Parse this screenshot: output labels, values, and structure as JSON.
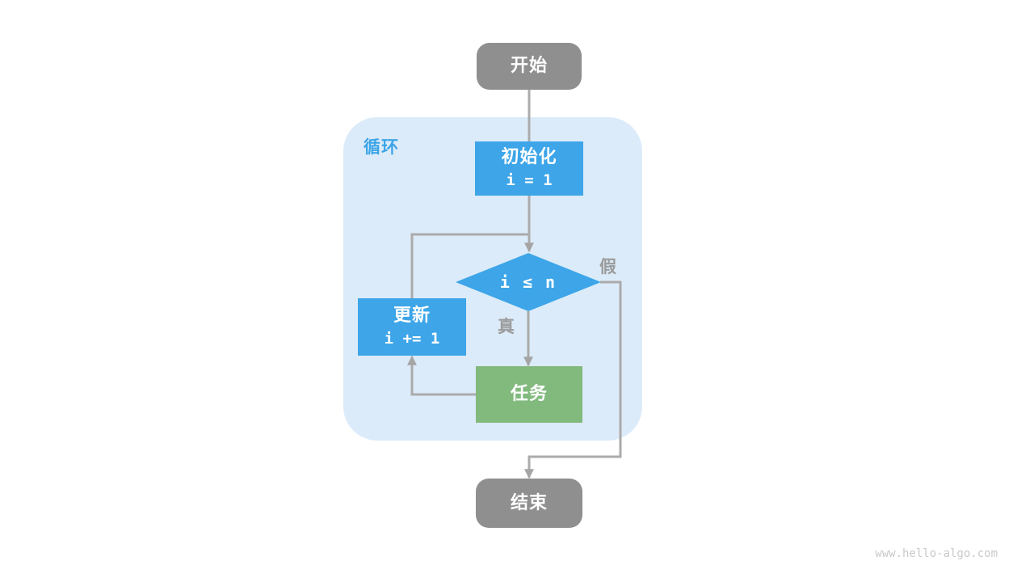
{
  "page": {
    "background_color": "#ffffff",
    "watermark": "www.hello-algo.com"
  },
  "flowchart": {
    "type": "flowchart",
    "loop_label": "循环",
    "colors": {
      "terminal_gray": "#8f8f8f",
      "process_blue": "#3da5e8",
      "task_green": "#82ba7e",
      "loop_container": "#dcebf9",
      "connector_gray": "#ababab",
      "label_gray": "#9b9b9b",
      "loop_label_blue": "#3da5e8"
    },
    "nodes": {
      "start": {
        "label": "开始",
        "shape": "rounded-terminal",
        "color": "#8f8f8f"
      },
      "init": {
        "label": "初始化",
        "code": "i = 1",
        "shape": "rect",
        "color": "#3da5e8"
      },
      "condition": {
        "label": "i ≤ n",
        "shape": "diamond",
        "color": "#3da5e8"
      },
      "update": {
        "label": "更新",
        "code": "i += 1",
        "shape": "rect",
        "color": "#3da5e8"
      },
      "task": {
        "label": "任务",
        "shape": "rect",
        "color": "#82ba7e"
      },
      "end": {
        "label": "结束",
        "shape": "rounded-terminal",
        "color": "#8f8f8f"
      }
    },
    "edge_labels": {
      "true_label": "真",
      "false_label": "假"
    },
    "edges": [
      {
        "from": "start",
        "to": "init",
        "label": ""
      },
      {
        "from": "init",
        "to": "condition",
        "label": ""
      },
      {
        "from": "condition",
        "to": "task",
        "label": "真"
      },
      {
        "from": "task",
        "to": "update",
        "label": ""
      },
      {
        "from": "update",
        "to": "condition",
        "label": ""
      },
      {
        "from": "condition",
        "to": "end",
        "label": "假"
      }
    ]
  }
}
